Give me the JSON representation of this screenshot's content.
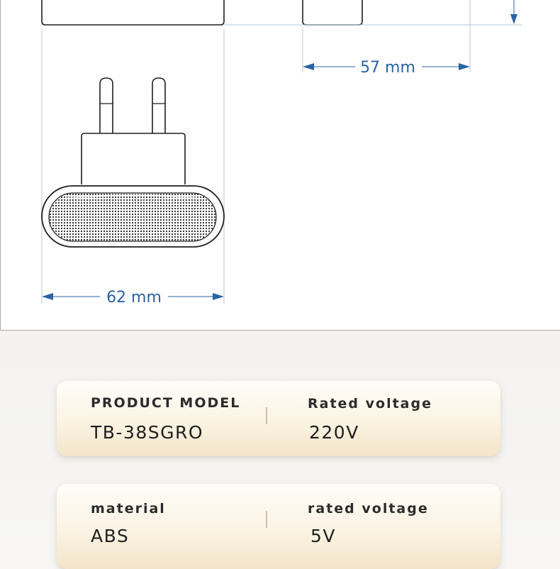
{
  "dimensions": {
    "width_label": "62 mm",
    "depth_label": "57 mm"
  },
  "specs": [
    {
      "left": {
        "label": "PRODUCT MODEL",
        "value": "TB-38SGRO"
      },
      "right": {
        "label": "Rated voltage",
        "value": "220V"
      }
    },
    {
      "left": {
        "label": "material",
        "value": "ABS"
      },
      "right": {
        "label": "rated voltage",
        "value": "5V"
      }
    }
  ],
  "colors": {
    "dimension_line": "#2a63a3",
    "outline": "#1e1e1e",
    "card_accent": "#f2e4c9"
  }
}
